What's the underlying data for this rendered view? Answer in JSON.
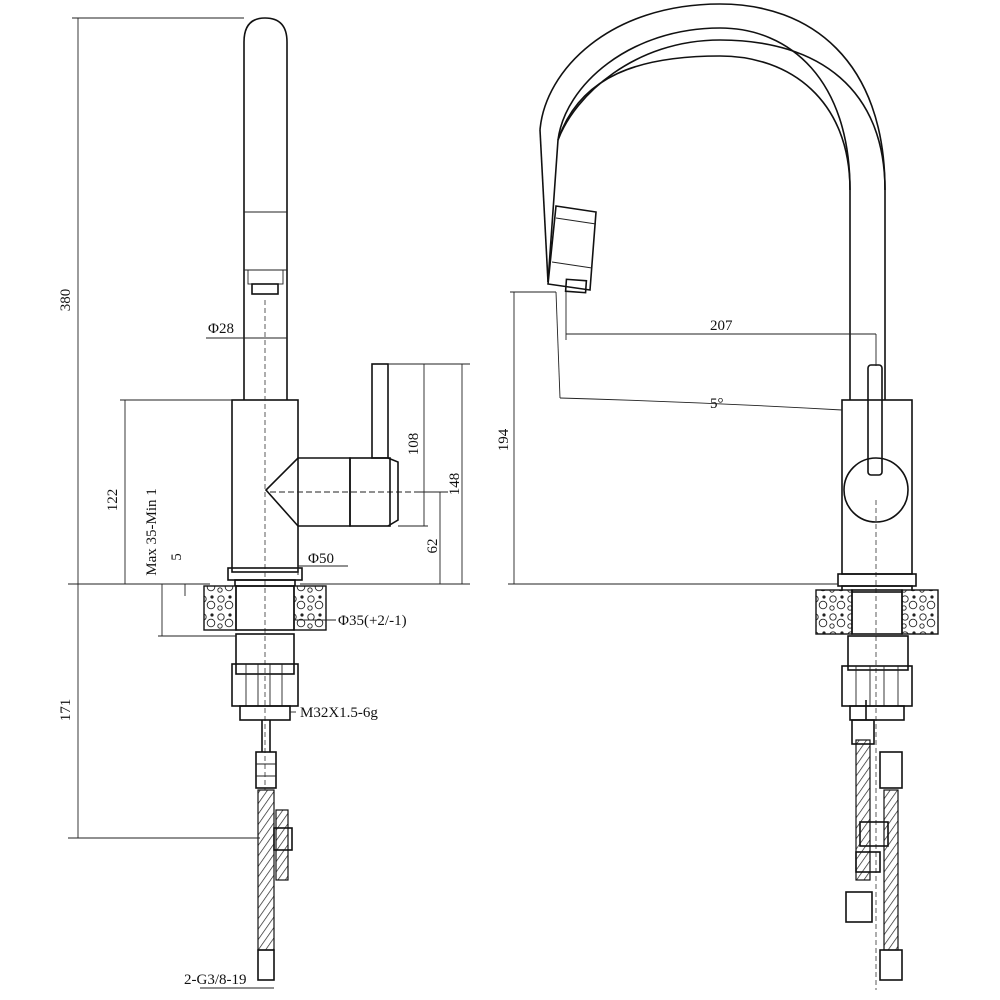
{
  "dimensions": {
    "height_total": "380",
    "spout_diameter": "Φ28",
    "handle_height": "108",
    "handle_offset": "148",
    "body_height": "122",
    "deck_thickness": "Max 35-Min 1",
    "gap": "5",
    "base_diameter": "Φ50",
    "handle_base": "62",
    "hole_diameter": "Φ35(+2/-1)",
    "thread": "M32X1.5-6g",
    "under_deck": "171",
    "hose_thread": "2-G3/8-19",
    "reach": "207",
    "spout_height": "194",
    "angle": "5°"
  }
}
